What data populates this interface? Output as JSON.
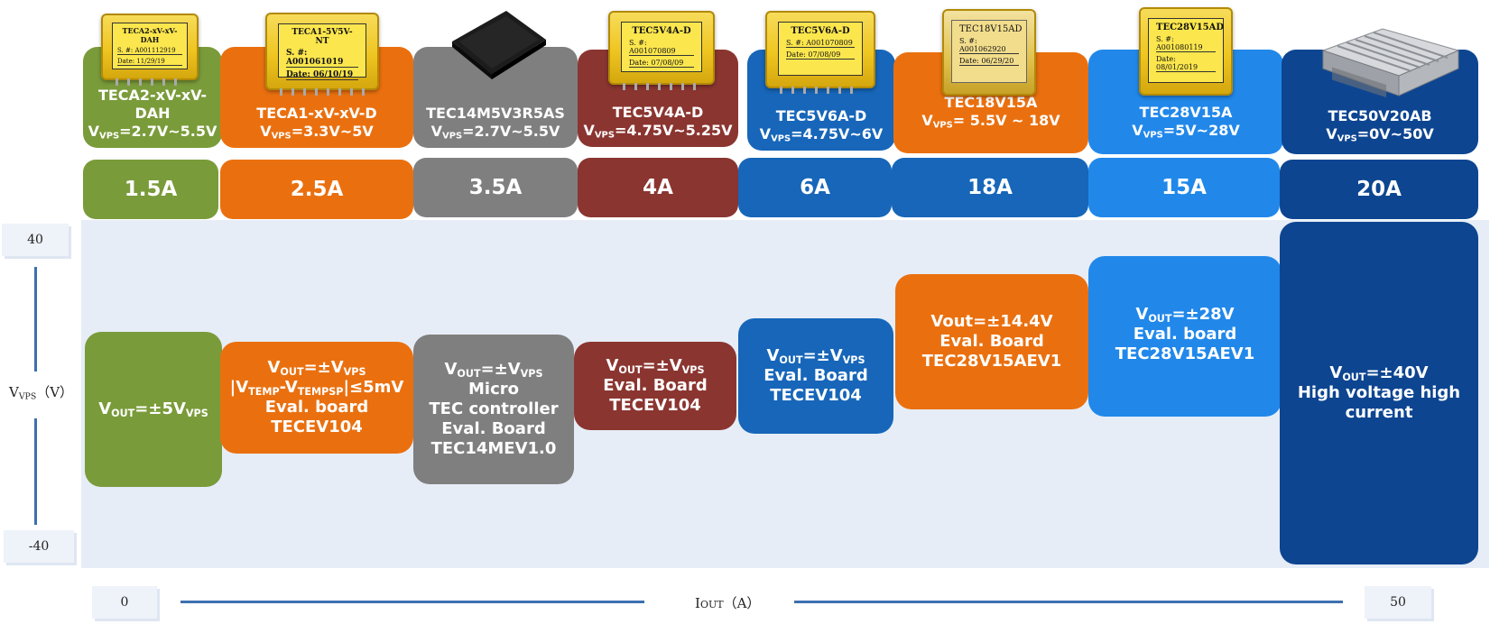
{
  "colors": {
    "green": "#7a9b3a",
    "orange": "#ea700f",
    "gray": "#7f7f7f",
    "red": "#8b3530",
    "blue": "#1766b9",
    "lightblue": "#2188ea",
    "navy": "#0d4591",
    "panel": "#e6edf7"
  },
  "products": [
    {
      "id": "teca2",
      "model": "TECA2-xV-xV-DAH",
      "vps_prefix": "V",
      "vps_sub": "VPS",
      "vps_range": "=2.7V~5.5V",
      "current": "1.5A",
      "chip": {
        "title": "TECA2-xV-xV-DAH",
        "sn": "S. #: A001112919",
        "date": "Date: 11/29/19"
      },
      "body": [
        {
          "pre": "V",
          "sub": "OUT",
          "mid": "=±5V",
          "sub2": "VPS",
          "post": ""
        }
      ]
    },
    {
      "id": "teca1",
      "model": "TECA1-xV-xV-D",
      "vps_prefix": "V",
      "vps_sub": "VPS",
      "vps_range": "=3.3V~5V",
      "current": "2.5A",
      "chip": {
        "title": "TECA1-5V5V-NT",
        "sn": "S. #: A001061019",
        "date": "Date: 06/10/19"
      },
      "body": [
        {
          "pre": "V",
          "sub": "OUT",
          "mid": "=±V",
          "sub2": "VPS",
          "post": ""
        },
        {
          "pre": "|V",
          "sub": "TEMP",
          "mid": "-V",
          "sub2": "TEMPSP",
          "post": "|≤5mV"
        },
        {
          "pre": "Eval. board TECEV104",
          "sub": "",
          "mid": "",
          "sub2": "",
          "post": ""
        }
      ]
    },
    {
      "id": "tec14",
      "model": "TEC14M5V3R5AS",
      "vps_prefix": "V",
      "vps_sub": "VPS",
      "vps_range": "=2.7V~5.5V",
      "current": "3.5A",
      "body": [
        {
          "pre": "V",
          "sub": "OUT",
          "mid": "=±V",
          "sub2": "VPS",
          "post": ""
        },
        {
          "pre": "Micro",
          "sub": "",
          "mid": "",
          "sub2": "",
          "post": ""
        },
        {
          "pre": "TEC controller",
          "sub": "",
          "mid": "",
          "sub2": "",
          "post": ""
        },
        {
          "pre": "Eval. Board",
          "sub": "",
          "mid": "",
          "sub2": "",
          "post": ""
        },
        {
          "pre": "TEC14MEV1.0",
          "sub": "",
          "mid": "",
          "sub2": "",
          "post": ""
        }
      ]
    },
    {
      "id": "tec5v4",
      "model": "TEC5V4A-D",
      "vps_prefix": "V",
      "vps_sub": "VPS",
      "vps_range": "=4.75V~5.25V",
      "current": "4A",
      "chip": {
        "title": "TEC5V4A-D",
        "sn": "S. #: A001070809",
        "date": "Date: 07/08/09"
      },
      "body": [
        {
          "pre": "V",
          "sub": "OUT",
          "mid": "=±V",
          "sub2": "VPS",
          "post": ""
        },
        {
          "pre": "Eval. Board",
          "sub": "",
          "mid": "",
          "sub2": "",
          "post": ""
        },
        {
          "pre": "TECEV104",
          "sub": "",
          "mid": "",
          "sub2": "",
          "post": ""
        }
      ]
    },
    {
      "id": "tec5v6",
      "model": "TEC5V6A-D",
      "vps_prefix": "V",
      "vps_sub": "VPS",
      "vps_range": "=4.75V~6V",
      "current": "6A",
      "chip": {
        "title": "TEC5V6A-D",
        "sn": "S. #: A001070809",
        "date": "Date: 07/08/09"
      },
      "body": [
        {
          "pre": "V",
          "sub": "OUT",
          "mid": "=±V",
          "sub2": "VPS",
          "post": ""
        },
        {
          "pre": "Eval. Board",
          "sub": "",
          "mid": "",
          "sub2": "",
          "post": ""
        },
        {
          "pre": "TECEV104",
          "sub": "",
          "mid": "",
          "sub2": "",
          "post": ""
        }
      ]
    },
    {
      "id": "tec18",
      "model": "TEC18V15A",
      "vps_prefix": "V",
      "vps_sub": "VPS",
      "vps_range": "= 5.5V ~ 18V",
      "current": "18A",
      "chip": {
        "title": "TEC18V15AD",
        "sn": "S. #: A001062920",
        "date": "Date: 06/29/20"
      },
      "body": [
        {
          "pre": "Vout=±14.4V",
          "sub": "",
          "mid": "",
          "sub2": "",
          "post": ""
        },
        {
          "pre": "Eval. Board",
          "sub": "",
          "mid": "",
          "sub2": "",
          "post": ""
        },
        {
          "pre": "TEC28V15AEV1",
          "sub": "",
          "mid": "",
          "sub2": "",
          "post": ""
        }
      ]
    },
    {
      "id": "tec28",
      "model": "TEC28V15A",
      "vps_prefix": "V",
      "vps_sub": "VPS",
      "vps_range": "=5V~28V",
      "current": "15A",
      "chip": {
        "title": "TEC28V15AD",
        "sn": "S. #: A001080119",
        "date": "Date: 08/01/2019"
      },
      "body": [
        {
          "pre": "V",
          "sub": "OUT",
          "mid": "=±28V",
          "sub2": "",
          "post": ""
        },
        {
          "pre": "Eval. board",
          "sub": "",
          "mid": "",
          "sub2": "",
          "post": ""
        },
        {
          "pre": "TEC28V15AEV1",
          "sub": "",
          "mid": "",
          "sub2": "",
          "post": ""
        }
      ]
    },
    {
      "id": "tec50",
      "model": "TEC50V20AB",
      "vps_prefix": "V",
      "vps_sub": "VPS",
      "vps_range": "=0V~50V",
      "current": "20A",
      "body": [
        {
          "pre": "V",
          "sub": "OUT",
          "mid": "=±40V",
          "sub2": "",
          "post": ""
        },
        {
          "pre": "High voltage high",
          "sub": "",
          "mid": "",
          "sub2": "",
          "post": ""
        },
        {
          "pre": "current",
          "sub": "",
          "mid": "",
          "sub2": "",
          "post": ""
        }
      ]
    }
  ],
  "axes": {
    "y_top": "40",
    "y_bottom": "-40",
    "y_label_pre": "V",
    "y_label_sub": "VPS",
    "y_label_post": "（V）",
    "x_left": "0",
    "x_right": "50",
    "x_label_pre": "I",
    "x_label_sub": "OUT",
    "x_label_post": "（A）"
  }
}
